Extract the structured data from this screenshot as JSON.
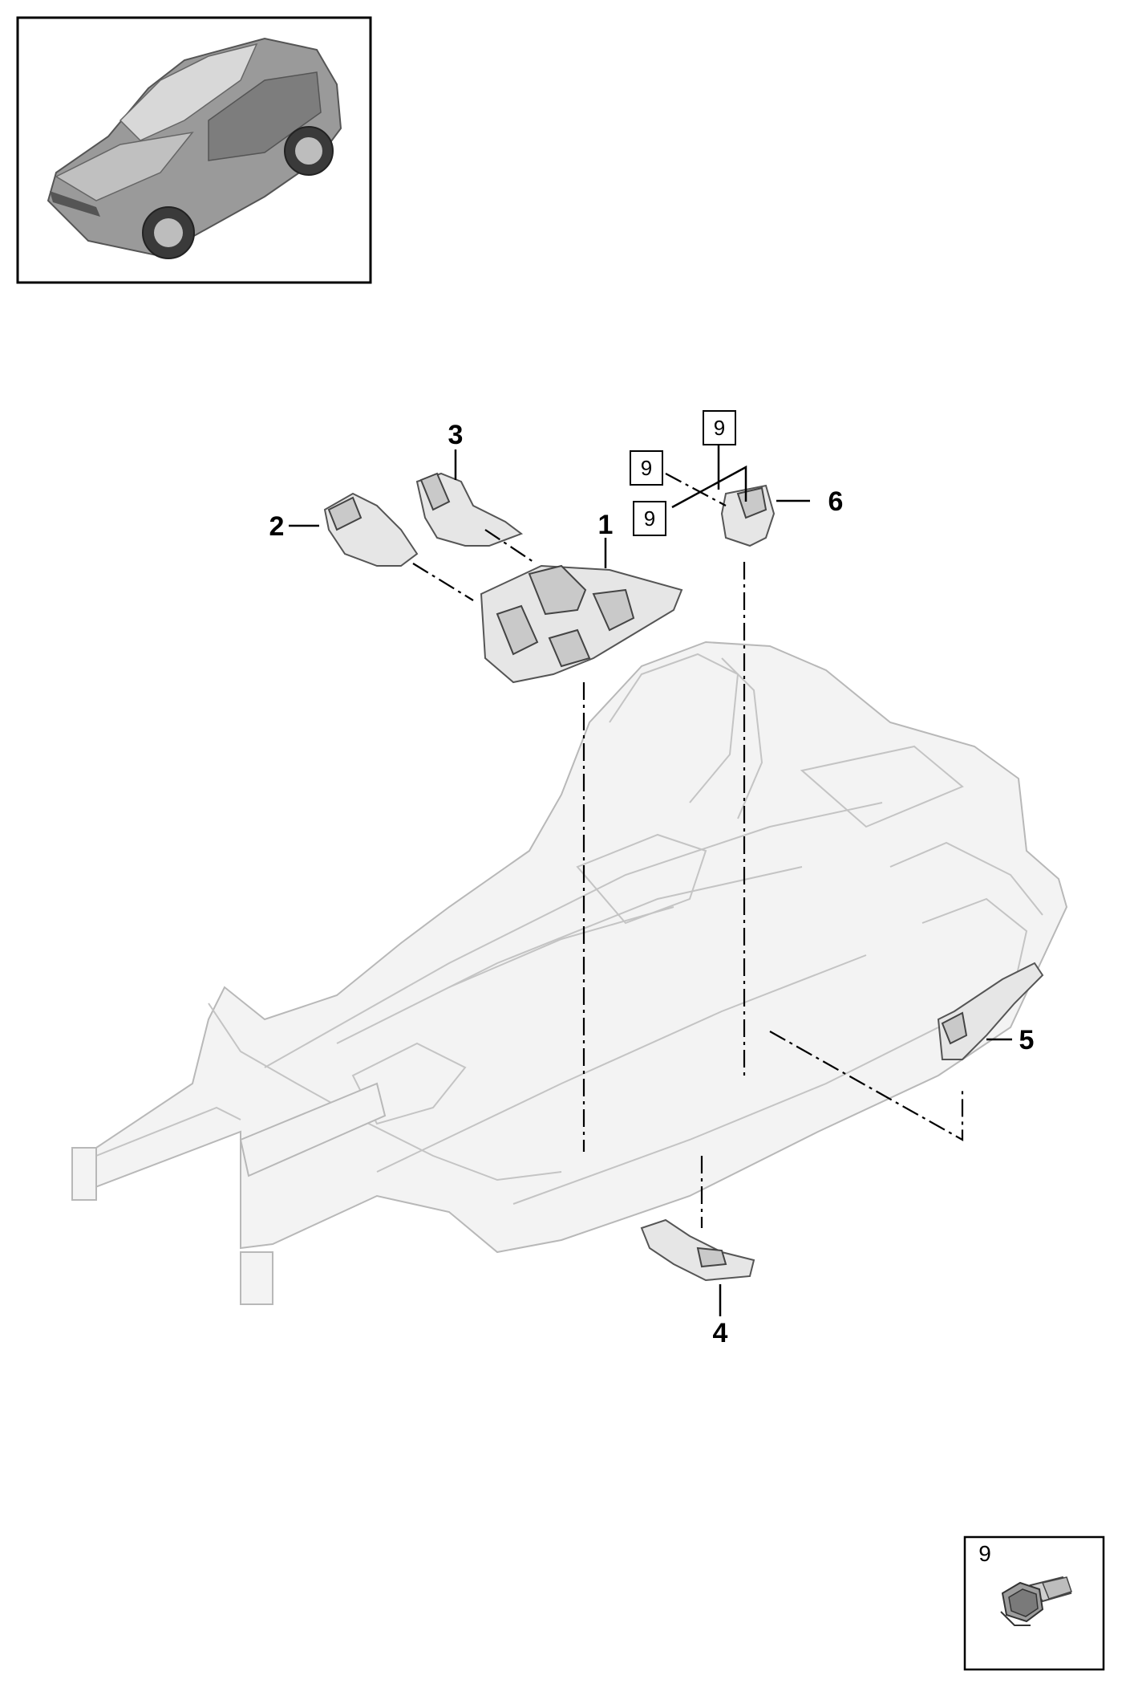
{
  "callouts": {
    "c1": "1",
    "c2": "2",
    "c3": "3",
    "c4": "4",
    "c5": "5",
    "c6": "6"
  },
  "bolt_tags": {
    "top": "9",
    "upper_left": "9",
    "lower_left": "9"
  },
  "legend": {
    "number": "9",
    "icon": "hex-bolt-icon"
  }
}
